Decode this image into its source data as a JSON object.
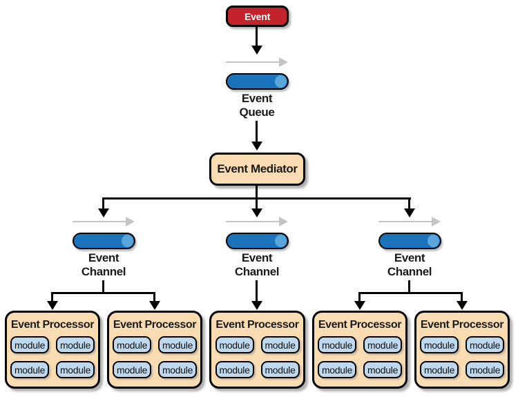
{
  "diagram": {
    "event_node": {
      "label": "Event"
    },
    "event_queue": {
      "line1": "Event",
      "line2": "Queue"
    },
    "event_mediator": {
      "label": "Event Mediator"
    },
    "channels": [
      {
        "line1": "Event",
        "line2": "Channel"
      },
      {
        "line1": "Event",
        "line2": "Channel"
      },
      {
        "line1": "Event",
        "line2": "Channel"
      }
    ],
    "processors": [
      {
        "title": "Event Processor",
        "modules": [
          "module",
          "module",
          "module",
          "module"
        ]
      },
      {
        "title": "Event Processor",
        "modules": [
          "module",
          "module",
          "module",
          "module"
        ]
      },
      {
        "title": "Event Processor",
        "modules": [
          "module",
          "module",
          "module",
          "module"
        ]
      },
      {
        "title": "Event Processor",
        "modules": [
          "module",
          "module",
          "module",
          "module"
        ]
      },
      {
        "title": "Event Processor",
        "modules": [
          "module",
          "module",
          "module",
          "module"
        ]
      }
    ]
  },
  "colors": {
    "event_red": "#c3242b",
    "channel_blue": "#1b74bb",
    "channel_cap_blue": "#5aa5da",
    "node_tan": "#fadcb3",
    "module_blue": "#bed9ed",
    "arrow_gray": "#c4c4c4",
    "line_black": "#000000",
    "background": "#ffffff"
  }
}
